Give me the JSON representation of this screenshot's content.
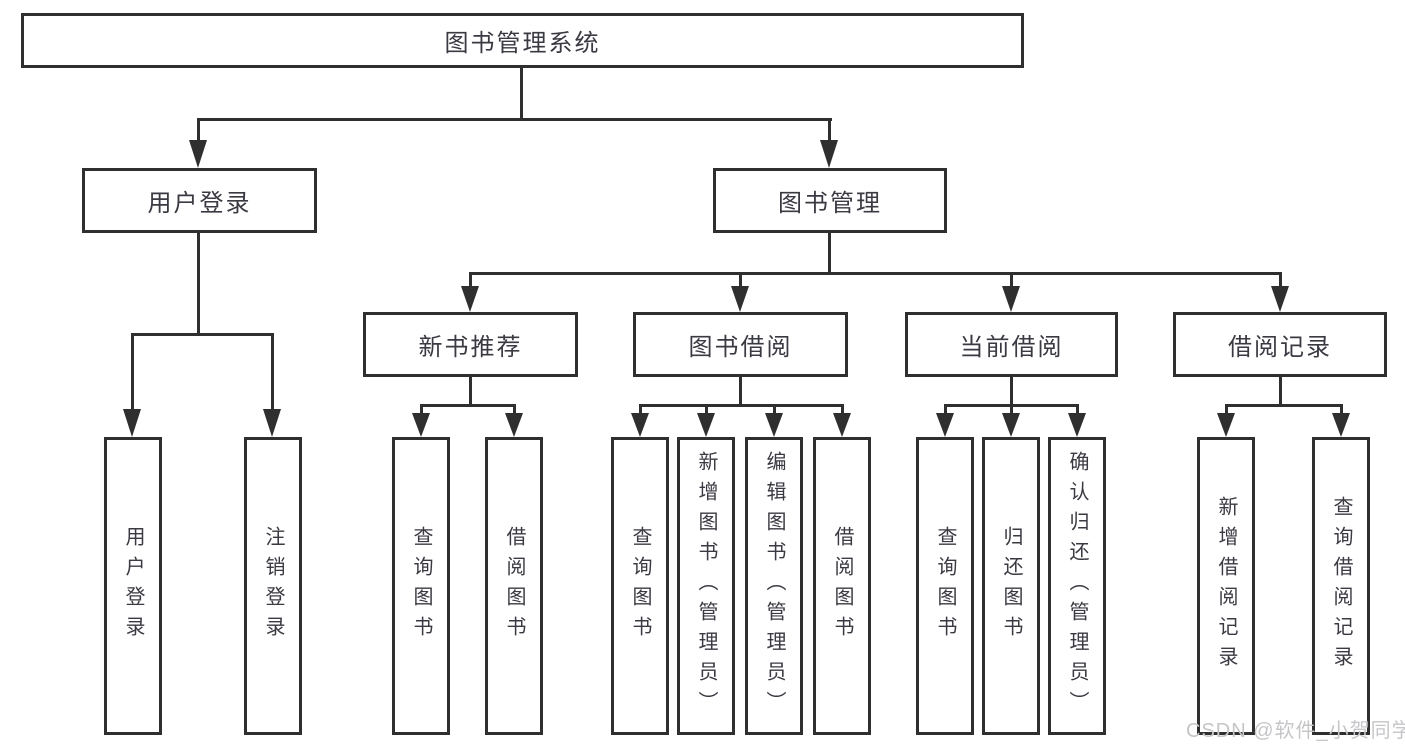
{
  "diagram": {
    "root": {
      "label": "图书管理系统"
    },
    "level1": [
      {
        "label": "用户登录",
        "parent": "图书管理系统"
      },
      {
        "label": "图书管理",
        "parent": "图书管理系统"
      }
    ],
    "level2": [
      {
        "label": "新书推荐",
        "parent": "图书管理"
      },
      {
        "label": "图书借阅",
        "parent": "图书管理"
      },
      {
        "label": "当前借阅",
        "parent": "图书管理"
      },
      {
        "label": "借阅记录",
        "parent": "图书管理"
      }
    ],
    "leaves": [
      {
        "label": "用户登录",
        "parent": "用户登录"
      },
      {
        "label": "注销登录",
        "parent": "用户登录"
      },
      {
        "label": "查询图书",
        "parent": "新书推荐"
      },
      {
        "label": "借阅图书",
        "parent": "新书推荐"
      },
      {
        "label": "查询图书",
        "parent": "图书借阅"
      },
      {
        "label": "新增图书（管理员）",
        "parent": "图书借阅"
      },
      {
        "label": "编辑图书（管理员）",
        "parent": "图书借阅"
      },
      {
        "label": "借阅图书",
        "parent": "图书借阅"
      },
      {
        "label": "查询图书",
        "parent": "当前借阅"
      },
      {
        "label": "归还图书",
        "parent": "当前借阅"
      },
      {
        "label": "确认归还（管理员）",
        "parent": "当前借阅"
      },
      {
        "label": "新增借阅记录",
        "parent": "借阅记录"
      },
      {
        "label": "查询借阅记录",
        "parent": "借阅记录"
      }
    ]
  },
  "watermark": {
    "text": "CSDN @软件_小贺同学"
  },
  "colors": {
    "line": "#2f2f2f",
    "text": "#3a3a42",
    "watermark": "#c6c6c9",
    "background": "#ffffff"
  }
}
